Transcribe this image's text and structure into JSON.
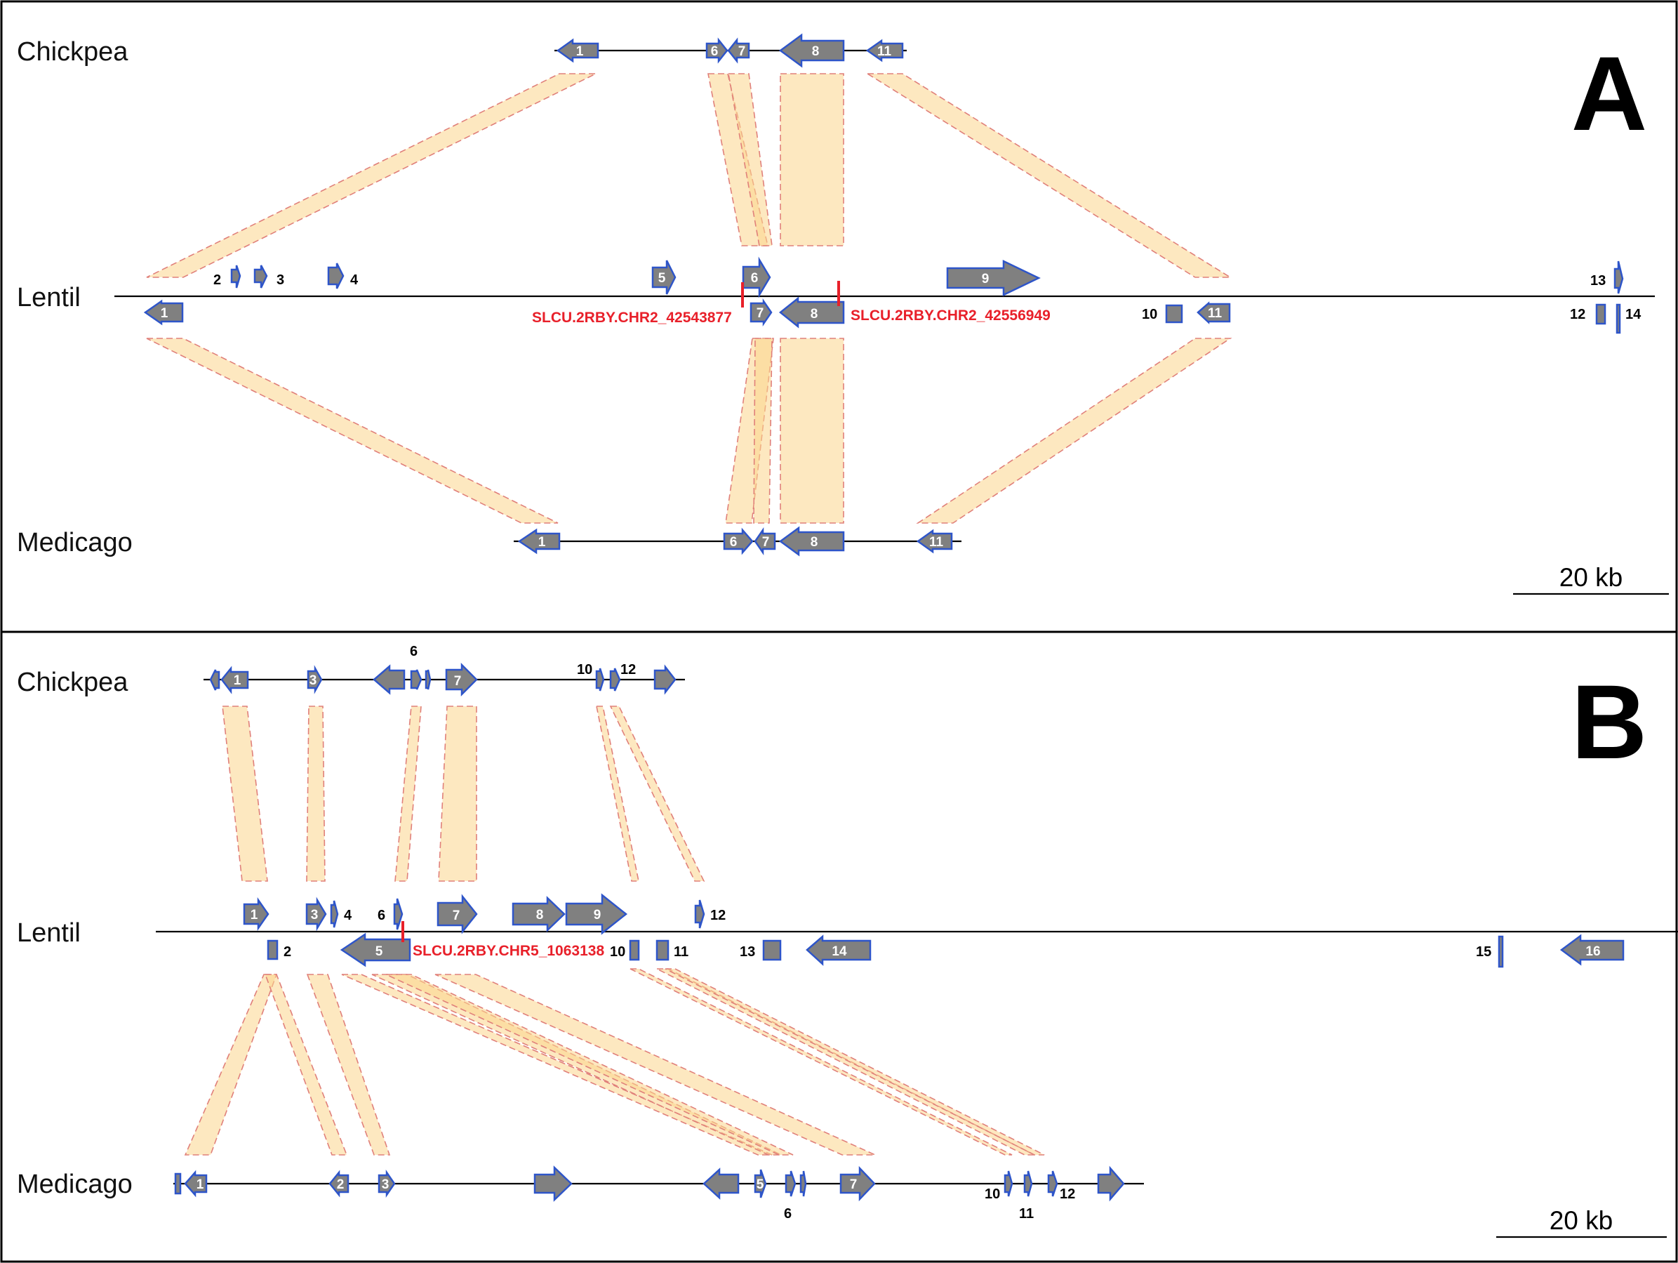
{
  "panels": [
    {
      "letter": "A",
      "species_labels": [
        {
          "text": "Chickpea"
        },
        {
          "text": "Lentil"
        },
        {
          "text": "Medicago"
        }
      ],
      "scale_bar_label": "20 kb",
      "breakpoints": [
        "SLCU.2RBY.CHR2_42543877",
        "SLCU.2RBY.CHR2_42556949"
      ],
      "genes_inside": [
        "1",
        "6",
        "7",
        "8",
        "11",
        "1",
        "5",
        "6",
        "9",
        "7",
        "8",
        "11",
        "1",
        "6",
        "7",
        "8",
        "11"
      ],
      "genes_outside": [
        "2",
        "3",
        "4",
        "13",
        "10",
        "12",
        "14"
      ]
    },
    {
      "letter": "B",
      "species_labels": [
        {
          "text": "Chickpea"
        },
        {
          "text": "Lentil"
        },
        {
          "text": "Medicago"
        }
      ],
      "scale_bar_label": "20 kb",
      "breakpoints": [
        "SLCU.2RBY.CHR5_1063138"
      ],
      "genes_inside": [
        "1",
        "3",
        "7",
        "1",
        "3",
        "7",
        "8",
        "9",
        "5",
        "14",
        "16",
        "1",
        "2",
        "3",
        "5",
        "7"
      ],
      "genes_outside": [
        "6",
        "10",
        "12",
        "4",
        "6",
        "12",
        "2",
        "10",
        "11",
        "13",
        "15",
        "6",
        "10",
        "11",
        "12"
      ]
    }
  ],
  "colors": {
    "gene_fill": "#808080",
    "gene_outline": "#2e55c9",
    "synteny_fill": "#fbd58c",
    "synteny_outline": "#e0807a",
    "breakpoint": "#e8202a"
  }
}
